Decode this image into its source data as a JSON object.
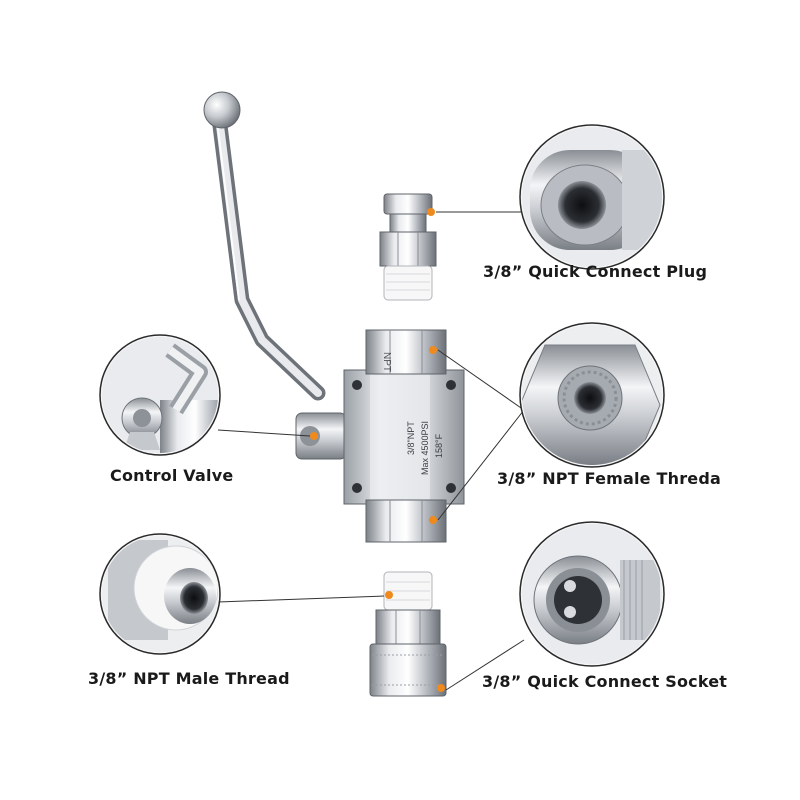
{
  "labels": {
    "plug": "3/8” Quick Connect Plug",
    "female": "3/8” NPT Female Threda",
    "valve": "Control Valve",
    "male": "3/8” NPT Male Thread",
    "socket": "3/8” Quick Connect Socket"
  },
  "body_engraving": [
    "3/8\"NPT",
    "Max 4500PSI",
    "158°F"
  ],
  "cap_engraving": "NPT",
  "colors": {
    "accent_dot": "#f08a1c",
    "chrome_light": "#f2f3f5",
    "chrome_mid": "#b9bdc3",
    "chrome_dark": "#6e737a",
    "text": "#1a1a1a",
    "callout_border": "#2a2a2a"
  }
}
